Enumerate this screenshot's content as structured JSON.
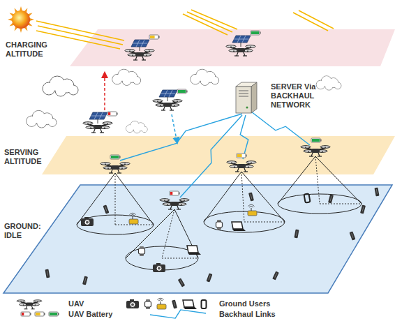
{
  "diagram": {
    "labels": [
      "CHARGING ALTITUDE",
      "SERVER Via BACKHAUL NETWORK",
      "SERVING ALTITUDE",
      "GROUND: IDLE"
    ],
    "legend": [
      {
        "text": "UAV"
      },
      {
        "text": "Ground Users"
      },
      {
        "text": "UAV Battery"
      },
      {
        "text": "Backhaul Links"
      }
    ]
  }
}
